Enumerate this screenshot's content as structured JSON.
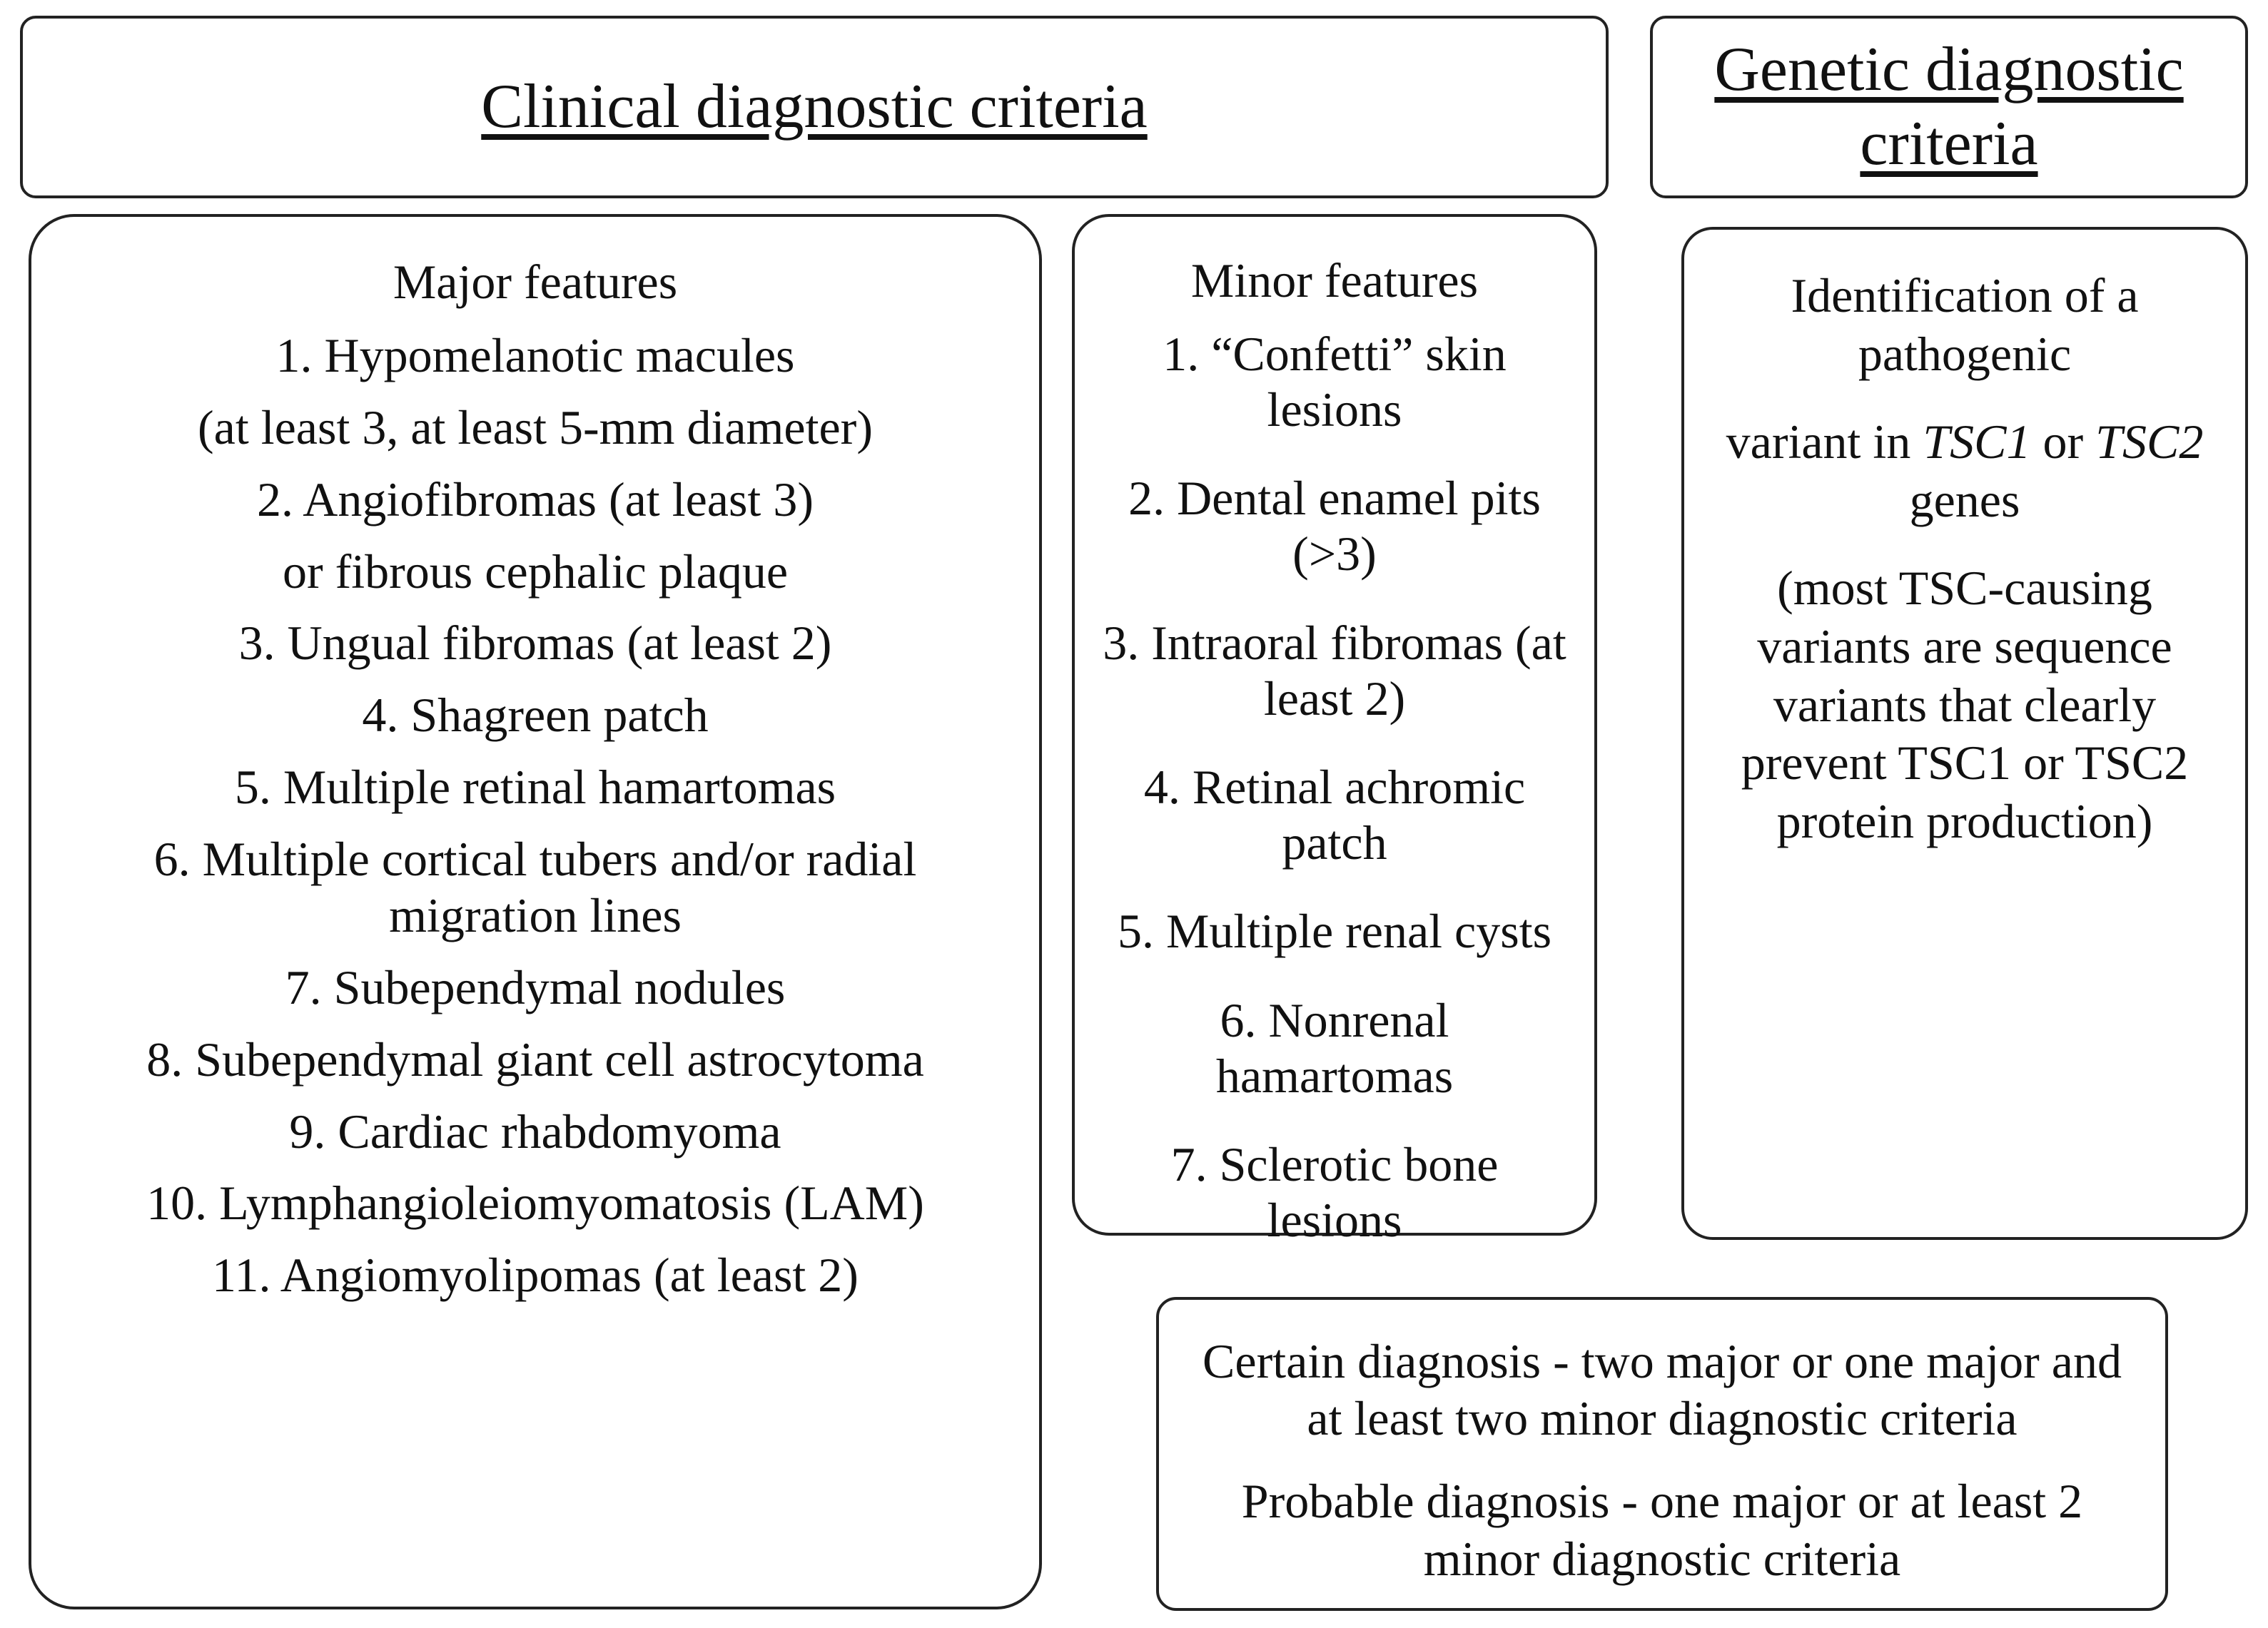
{
  "page": {
    "background_color": "#ffffff",
    "border_color": "#222222",
    "text_color": "#111111"
  },
  "clinical_header": {
    "title": "Clinical diagnostic criteria"
  },
  "genetic_header": {
    "title": "Genetic diagnostic criteria"
  },
  "major_features": {
    "title": "Major features",
    "lines": [
      "1. Hypomelanotic macules",
      "(at least 3, at least 5-mm diameter)",
      "2. Angiofibromas (at least 3)",
      "or fibrous cephalic plaque",
      "3. Ungual fibromas (at least 2)",
      "4. Shagreen patch",
      "5. Multiple retinal hamartomas",
      "6. Multiple cortical tubers and/or radial migration lines",
      "7. Subependymal nodules",
      "8. Subependymal giant cell astrocytoma",
      "9. Cardiac rhabdomyoma",
      "10. Lymphangioleiomyomatosis (LAM)",
      "11. Angiomyolipomas (at least 2)"
    ]
  },
  "minor_features": {
    "title": "Minor features",
    "items": [
      "1. “Confetti” skin lesions",
      "2. Dental enamel pits (>3)",
      "3. Intraoral fibromas (at least 2)",
      "4. Retinal achromic patch",
      "5. Multiple renal cysts",
      "6. Nonrenal hamartomas",
      "7. Sclerotic bone lesions"
    ]
  },
  "genetic_criteria": {
    "line1": "Identification of a pathogenic",
    "variant_prefix": "variant in ",
    "gene1": "TSC1",
    "variant_mid": " or ",
    "gene2": "TSC2",
    "variant_suffix": " genes",
    "note": "(most TSC-causing variants are sequence variants that clearly prevent TSC1 or TSC2 protein production)"
  },
  "diagnosis_rules": {
    "certain": "Certain diagnosis - two major or one major and at least two minor diagnostic criteria",
    "probable": "Probable diagnosis - one major or at least 2 minor diagnostic criteria"
  }
}
